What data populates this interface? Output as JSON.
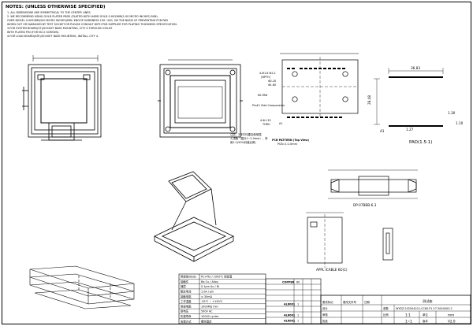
{
  "notes": {
    "title": "NOTES: (UNLESS OTHERWISE SPECIFIED)",
    "lines": [
      "1. ALL DIMENSIONS ARE SYMMETRICAL TO THE CENTER LINES.",
      "2. WE RECOMMEND USING GOLD PLATED PADS (PLATED WITH HARD GOLD 0.00136M(1.0S MICRO INCHES) MIN).",
      "OVER NICKEL 0.00508M(200 MICRO INCHES)MIN. KNOOP HARDNESS 130~200, ON THE BASIS OF PREVENTING PCB PAD",
      "WORN OUT OR DAMAGED BY TEST SOCKET.OR PLEASE CONSULT WITH PCB SUPPLIER FOR PLATING THICKNESS SPECIFICATION.",
      "3.FOR SYSTEM BOARD(ST)/SOCKET BASE MOUNTING, CITY 4.THROUGH HOLES",
      "WITH PLATED PIN (FOR M2.0 SCREWS).",
      "4.FOR LOAD BOARD(ATE)/SOCKET BASE MOUNTING, INSTALL CITY 4."
    ]
  },
  "pcb_pattern": {
    "label_top_left_1": "4-Φ1.6  Φ2.2",
    "label_top_left_2": "(NPTH)",
    "label_dia_1": "Φ2.20",
    "label_dia_2": "Φ1.60",
    "label_pad": "60-PAD",
    "label_guide": "Pin#1 Side Components",
    "label_dim_left": "4-Φ1.35",
    "label_pth": "THRU",
    "label_a1": "A1",
    "chinese_note_1": "注意：2排平均建议使用插",
    "chinese_note_2": "入顶板（插针1~2.0mm）、采",
    "chinese_note_3": "用1:1(50%封装比例)",
    "title": "PCB PATTERN (Top View)",
    "scale": "PCB=1:1.0mm"
  },
  "pad_view": {
    "dim_width": "36.83",
    "dim_height": "28.48",
    "dim_pitch": "1.27",
    "dim_pad": "1.30",
    "dim_pad2": "1.10",
    "label_a1": "A1",
    "title": "PAD(1.5:1)"
  },
  "side_view": {
    "title": "DP-07BBB-6.3"
  },
  "cable_view": {
    "title": "APPL ICABLE KO(1)"
  },
  "materials_table": {
    "rows": [
      {
        "key": "绝缘体/Body",
        "val": "PC+PEI / 1000℃ 耐高温"
      },
      {
        "key": "接触件",
        "val": "Be-Cu / Alloy"
      },
      {
        "key": "镀层",
        "val": "0.1μm Au / Ni"
      },
      {
        "key": "额定电流",
        "val": "1.0A / pin"
      },
      {
        "key": "接触电阻",
        "val": "≤ 30mΩ"
      },
      {
        "key": "工作温度",
        "val": "-55℃ ~ +150℃"
      },
      {
        "key": "绝缘电阻",
        "val": "1000MΩ min"
      },
      {
        "key": "耐电压",
        "val": "500V AC"
      },
      {
        "key": "机械寿命",
        "val": "10000 cycles"
      },
      {
        "key": "安装方式",
        "val": "螺丝固定"
      }
    ]
  },
  "revision_table": {
    "rows": [
      {
        "mat": "COPPER",
        "qty": "60"
      },
      {
        "mat": "",
        "qty": ""
      },
      {
        "mat": "",
        "qty": ""
      },
      {
        "mat": "",
        "qty": ""
      },
      {
        "mat": "AL6061",
        "qty": "1"
      },
      {
        "mat": "",
        "qty": ""
      },
      {
        "mat": "AL6061",
        "qty": "1"
      },
      {
        "mat": "AL6061",
        "qty": "1"
      }
    ]
  },
  "title_block": {
    "test_label": "测试座",
    "part_no": "WYDZ.2025041G.LCC60.P1.27.30X40X3.2",
    "scale_key": "比例",
    "scale": "1:1",
    "unit_key": "单位",
    "unit": "mm",
    "ratio": "1~1",
    "version_key": "版本",
    "version": "V2.0",
    "sheet_key": "张数",
    "design_key": "设计",
    "check_key": "审核",
    "approve_key": "批准",
    "change_key": "更改标记",
    "date_key": "日期",
    "change_file_key": "更改文件号"
  }
}
